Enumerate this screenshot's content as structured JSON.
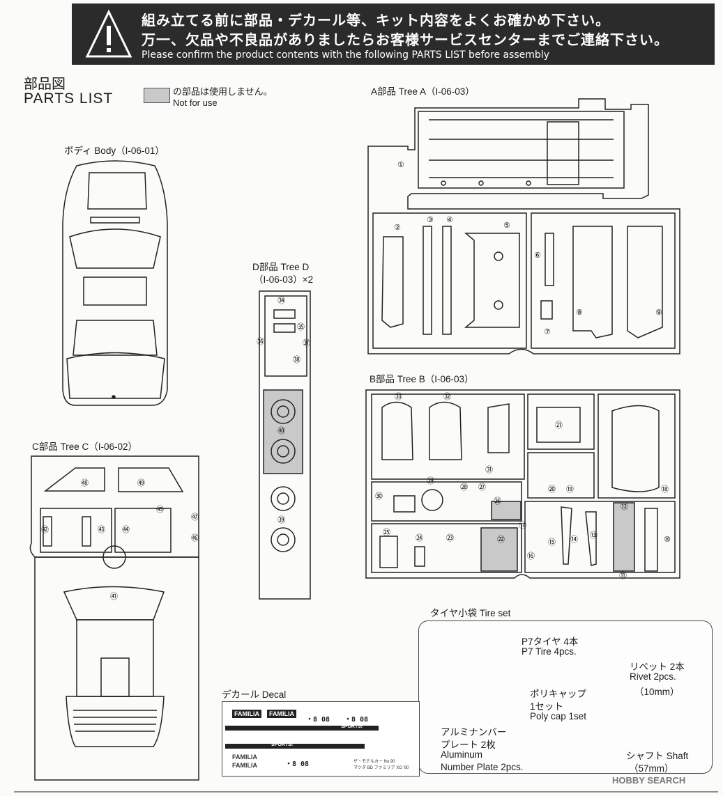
{
  "banner": {
    "line1": "組み立てる前に部品・デカール等、キット内容をよくお確かめ下さい。",
    "line2": "万一、欠品や不良品がありましたらお客様サービスセンターまでご連絡下さい。",
    "line3": "Please confirm the product contents with the following PARTS LIST before assembly"
  },
  "header": {
    "title_jp": "部品図",
    "title_en": "PARTS LIST",
    "legend_jp": "の部品は使用しません。",
    "legend_en": "Not for use"
  },
  "trees": {
    "body": "ボディ Body（I-06-01）",
    "tree_a": "A部品 Tree A（I-06-03）",
    "tree_b": "B部品 Tree B（I-06-03）",
    "tree_c": "C部品 Tree C（I-06-02）",
    "tree_d1": "D部品 Tree D",
    "tree_d2": "（I-06-03）×2"
  },
  "tire_set": {
    "title": "タイヤ小袋 Tire set",
    "tire_jp": "P7タイヤ 4本",
    "tire_en": "P7 Tire 4pcs.",
    "polycap_jp1": "ポリキャップ",
    "polycap_jp2": "1セット",
    "polycap_en": "Poly cap 1set",
    "rivet_jp": "リベット 2本",
    "rivet_en": "Rivet 2pcs.",
    "rivet_size": "（10mm）",
    "plate_jp1": "アルミナンバー",
    "plate_jp2": "プレート 2枚",
    "plate_en1": "Aluminum",
    "plate_en2": "Number Plate 2pcs.",
    "shaft": "シャフト Shaft",
    "shaft_size": "（57mm）"
  },
  "decal": {
    "title": "デカール Decal",
    "familia": "FAMILIA",
    "plate": "・8 08",
    "sports": "SPORTS!",
    "maker1": "ザ・モデルカー No.90",
    "maker2": "マツダ BD ファミリア XG '80"
  },
  "watermark": "HOBBY SEARCH",
  "part_numbers": [
    "①",
    "②",
    "③",
    "④",
    "⑤",
    "⑥",
    "⑦",
    "⑧",
    "⑨",
    "⑩",
    "⑪",
    "⑫",
    "⑬",
    "⑭",
    "⑮",
    "⑯",
    "⑰",
    "⑱",
    "⑲",
    "⑳",
    "㉑",
    "㉒",
    "㉓",
    "㉔",
    "㉕",
    "㉖",
    "㉗",
    "㉘",
    "㉙",
    "㉚",
    "㉛",
    "㉜",
    "㉝",
    "㉞",
    "㉟",
    "㊱",
    "㊲",
    "㊳",
    "㊴",
    "㊵",
    "㊶",
    "㊷",
    "㊸",
    "㊹",
    "㊺",
    "㊻",
    "㊼",
    "㊽",
    "㊾"
  ],
  "colors": {
    "banner_bg": "#2b2b2b",
    "not_for_use": "#c9c9c9",
    "line": "#222222"
  }
}
